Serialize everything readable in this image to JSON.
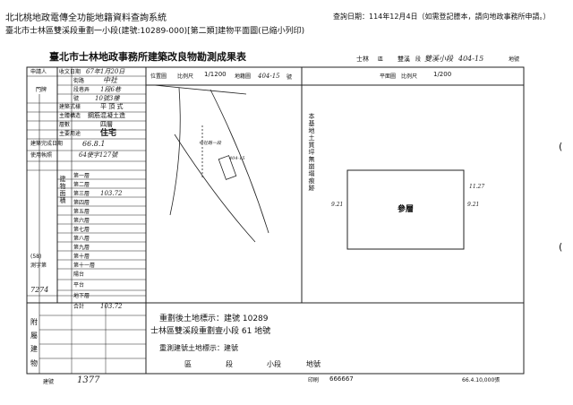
{
  "header": {
    "system_title": "北北桃地政電傳全功能地籍資料查詢系統",
    "query_date": "查詢日期：114年12月4日（如需登記謄本，請向地政事務所申請。）",
    "record_info": "臺北市士林區雙溪段重劃一小段(建號:10289-000)[第二類]建物平面圖(已縮小列印)"
  },
  "form": {
    "title": "臺北市士林地政事務所建築改良物勘測成果表",
    "top_right": {
      "district": "士林",
      "section_label": "區",
      "section": "雙溪",
      "section_suffix": "段",
      "subsection": "雙溪小段",
      "number": "404-15",
      "lot_label": "地號"
    },
    "applicant_label": "申請人",
    "survey_date": {
      "label": "收文日期",
      "value": "67年1月20日"
    },
    "doorplate": {
      "label": "門牌",
      "road_label": "街路",
      "road": "中社",
      "section_label": "段巷弄",
      "section": "1段6巷",
      "number_label": "號",
      "number": "10號3樓"
    },
    "fields": [
      {
        "label": "建築式樣",
        "value": "平 頂 式"
      },
      {
        "label": "主體構造",
        "value": "鋼筋混凝土造"
      },
      {
        "label": "層數",
        "value": "四層"
      },
      {
        "label": "主要用途",
        "value": "住宅"
      },
      {
        "label": "建築完成日期",
        "value": "66.8.1"
      },
      {
        "label": "使用執照",
        "value": "64使字127號"
      }
    ],
    "area_section_label": "建物面積",
    "floors": [
      {
        "label": "第一層",
        "value": ""
      },
      {
        "label": "第二層",
        "value": ""
      },
      {
        "label": "第三層",
        "value": "103.72"
      },
      {
        "label": "第四層",
        "value": ""
      },
      {
        "label": "第五層",
        "value": ""
      },
      {
        "label": "第六層",
        "value": ""
      },
      {
        "label": "第七層",
        "value": ""
      },
      {
        "label": "第八層",
        "value": ""
      },
      {
        "label": "第九層",
        "value": ""
      },
      {
        "label": "第十層",
        "value": ""
      },
      {
        "label": "第十一層",
        "value": ""
      },
      {
        "label": "陽台",
        "value": ""
      },
      {
        "label": "平台",
        "value": ""
      },
      {
        "label": "地下層",
        "value": ""
      },
      {
        "label": "合計",
        "value": "103.72"
      }
    ],
    "annex_label": "附屬建物",
    "annex_rows": [
      "",
      "",
      ""
    ],
    "side_note": {
      "line1": "(58)",
      "line2": "測字第",
      "number": "7274"
    },
    "location_plan": {
      "label": "位置圖",
      "scale_label": "比例尺",
      "scale": "1/1200",
      "lot_label": "地籍圖",
      "lot": "404-15",
      "number_label": "號"
    },
    "floor_plan": {
      "label": "平面圖",
      "scale_label": "比例尺",
      "scale": "1/200"
    },
    "floor_plan_room": "參層",
    "location_notes": {
      "road": "中社路一段",
      "site_lot": "404-15"
    },
    "vertical_note": "本基地土質坪無崩塌痕跡",
    "dims": {
      "left": "9.21",
      "right": "9.21",
      "top": "11.27"
    },
    "redemarcation": {
      "line1": "重劃後土地標示：建號 10289",
      "line2": "士林區雙溪段重劃壹小段 61 地號",
      "line3": "重測建號土地標示：建號",
      "line4_district": "區",
      "line4_section": "段",
      "line4_subsection": "小段",
      "line4_lot": "地號"
    },
    "footer": {
      "building_label": "建號",
      "building_no": "1377",
      "print_label": "印刷",
      "print_no": "666667",
      "stock": "66.4.10,000張"
    }
  }
}
